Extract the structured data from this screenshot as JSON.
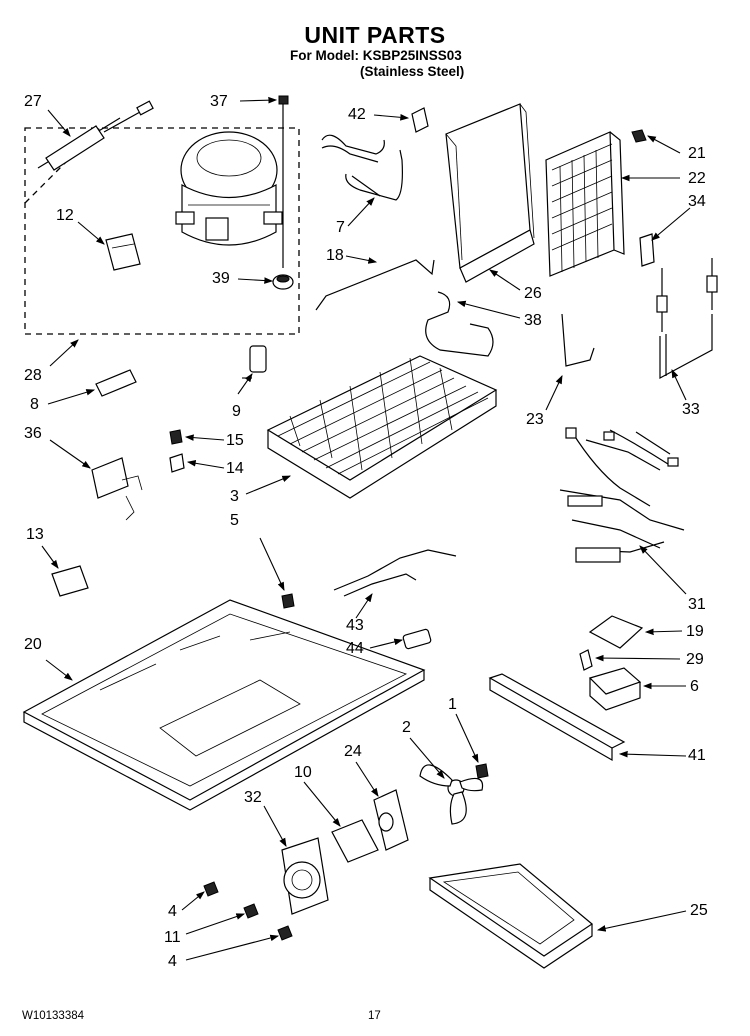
{
  "header": {
    "title": "UNIT PARTS",
    "model_line": "For Model: KSBP25INSS03",
    "model_finish": "(Stainless Steel)"
  },
  "callouts": {
    "c27": "27",
    "c37": "37",
    "c42": "42",
    "c21": "21",
    "c22": "22",
    "c12": "12",
    "c7": "7",
    "c34": "34",
    "c18": "18",
    "c39": "39",
    "c26": "26",
    "c38": "38",
    "c28": "28",
    "c8": "8",
    "c9": "9",
    "c23": "23",
    "c33": "33",
    "c36": "36",
    "c15": "15",
    "c14": "14",
    "c3": "3",
    "c5": "5",
    "c13": "13",
    "c31": "31",
    "c43": "43",
    "c20": "20",
    "c44": "44",
    "c19": "19",
    "c29": "29",
    "c6": "6",
    "c1": "1",
    "c2": "2",
    "c10": "10",
    "c24": "24",
    "c32": "32",
    "c41": "41",
    "c4a": "4",
    "c11": "11",
    "c4b": "4",
    "c25": "25"
  },
  "footer": {
    "doc_number": "W10133384",
    "page_number": "17"
  }
}
